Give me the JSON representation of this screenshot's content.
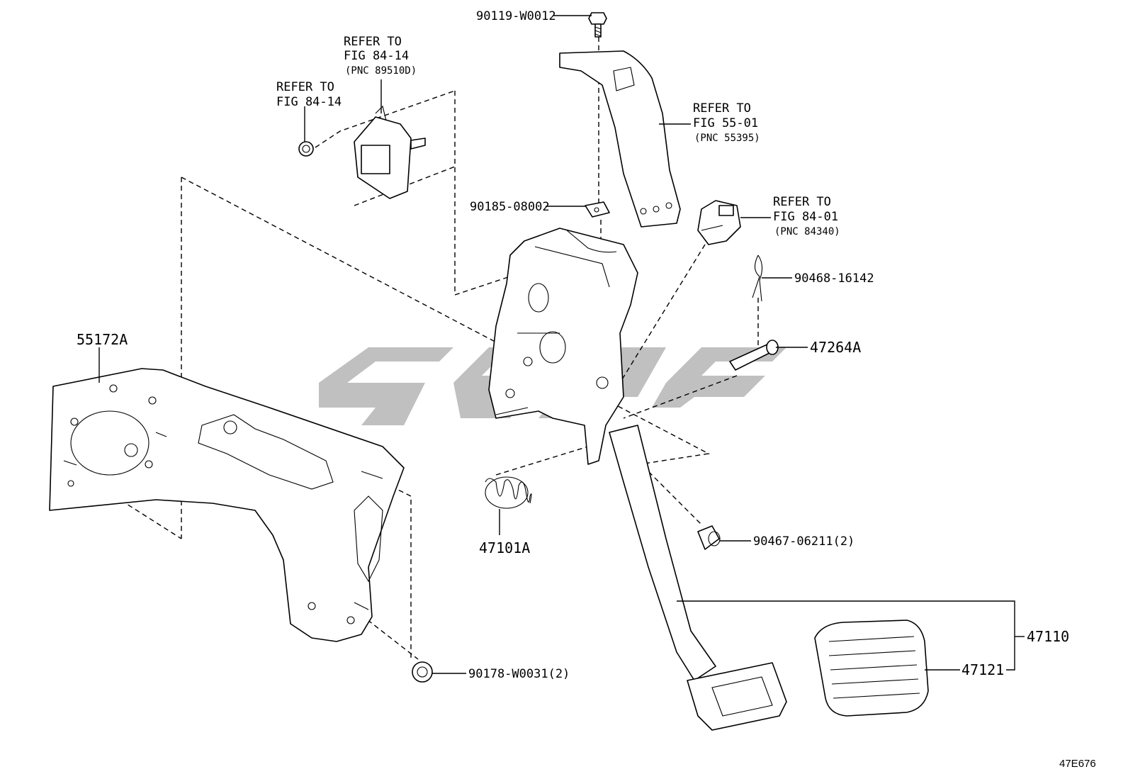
{
  "diagram_code": "47E676",
  "callouts": [
    {
      "id": "c90119",
      "text": "90119-W0012"
    },
    {
      "id": "c90185",
      "text": "90185-08002"
    },
    {
      "id": "c90468",
      "text": "90468-16142"
    },
    {
      "id": "c47264",
      "text": "47264A"
    },
    {
      "id": "c55172",
      "text": "55172A"
    },
    {
      "id": "c47101",
      "text": "47101A"
    },
    {
      "id": "c90467",
      "text": "90467-06211(2)"
    },
    {
      "id": "c90178",
      "text": "90178-W0031(2)"
    },
    {
      "id": "c47110",
      "text": "47110"
    },
    {
      "id": "c47121",
      "text": "47121"
    }
  ],
  "references": {
    "ref_top": {
      "line1": "REFER TO",
      "line2": "FIG 84-14",
      "line3": "(PNC 89510D)"
    },
    "ref_small": {
      "line1": "REFER TO",
      "line2": "FIG 84-14"
    },
    "ref_bracket": {
      "line1": "REFER TO",
      "line2": "FIG 55-01",
      "line3": "(PNC 55395)"
    },
    "ref_switch": {
      "line1": "REFER TO",
      "line2": "FIG 84-01",
      "line3": "(PNC 84340)"
    }
  }
}
